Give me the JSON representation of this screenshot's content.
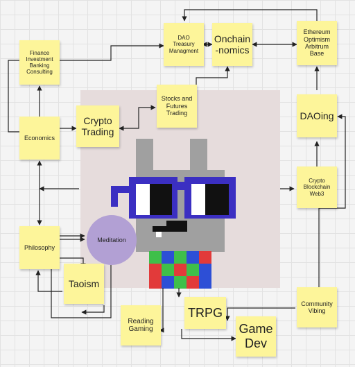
{
  "nodes": {
    "finance": "Finance\nInvestment\nBanking\nConsulting",
    "dao_treasury": "DAO\nTreasury\nManagment",
    "onchain": "Onchain\n-nomics",
    "ethereum": "Ethereum\nOptimism\nArbitrum\nBase",
    "stocks": "Stocks and\nFutures\nTrading",
    "crypto_trading": "Crypto\nTrading",
    "economics": "Economics",
    "daoing": "DAOing",
    "crypto_web3": "Crypto\nBlockchain\nWeb3",
    "philosophy": "Philosophy",
    "meditation": "Meditation",
    "taoism": "Taoism",
    "trpg": "TRPG",
    "reading_gaming": "Reading\nGaming",
    "game_dev": "Game\nDev",
    "community": "Community\nVibing"
  },
  "colors": {
    "note": "#fdf59a",
    "meditation": "#b2a0d4",
    "panel": "#e6dcdc",
    "glasses": "#3b2fc2",
    "head": "#a0a0a0",
    "arrow": "#222222"
  },
  "avatar": {
    "description_icon": "pixel-cat-with-glasses-icon",
    "scarf_colors": [
      "#2d4fd6",
      "#e23a3a",
      "#3fbf4a"
    ]
  }
}
